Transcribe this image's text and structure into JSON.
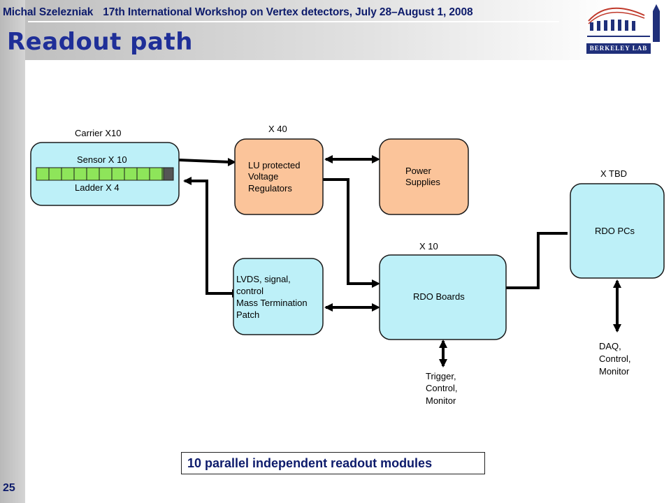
{
  "header": {
    "author": "Michal Szelezniak",
    "event": "17th International Workshop on Vertex detectors, July 28–August 1, 2008"
  },
  "title": "Readout path",
  "slide_number": "25",
  "logo": {
    "text": "BERKELEY LAB",
    "icon": "berkeley-lab-logo-icon"
  },
  "colors": {
    "cyan_box": "#bdf0f8",
    "orange_box": "#fbc49a",
    "sensor_green": "#8ee55a",
    "title_blue": "#1f2f98",
    "header_navy": "#0d1b6b"
  },
  "diagram": {
    "carrier": {
      "label": "Carrier  X10",
      "sensor_label": "Sensor  X 10",
      "ladder_label": "Ladder X 4"
    },
    "regulators": {
      "count_label": "X 40",
      "lines": [
        "LU protected",
        "Voltage",
        "Regulators"
      ]
    },
    "power": {
      "lines": [
        "Power",
        "Supplies"
      ]
    },
    "lvds": {
      "lines": [
        "LVDS, signal,",
        "control",
        "Mass Termination",
        "Patch"
      ]
    },
    "rdo_boards": {
      "count_label": "X 10",
      "label": "RDO Boards"
    },
    "rdo_pcs": {
      "count_label": "X TBD",
      "label": "RDO PCs"
    },
    "trigger": {
      "lines": [
        "Trigger,",
        "Control,",
        "Monitor"
      ]
    },
    "daq": {
      "lines": [
        "DAQ,",
        "Control,",
        "Monitor"
      ]
    }
  },
  "caption": "10 parallel independent readout modules"
}
